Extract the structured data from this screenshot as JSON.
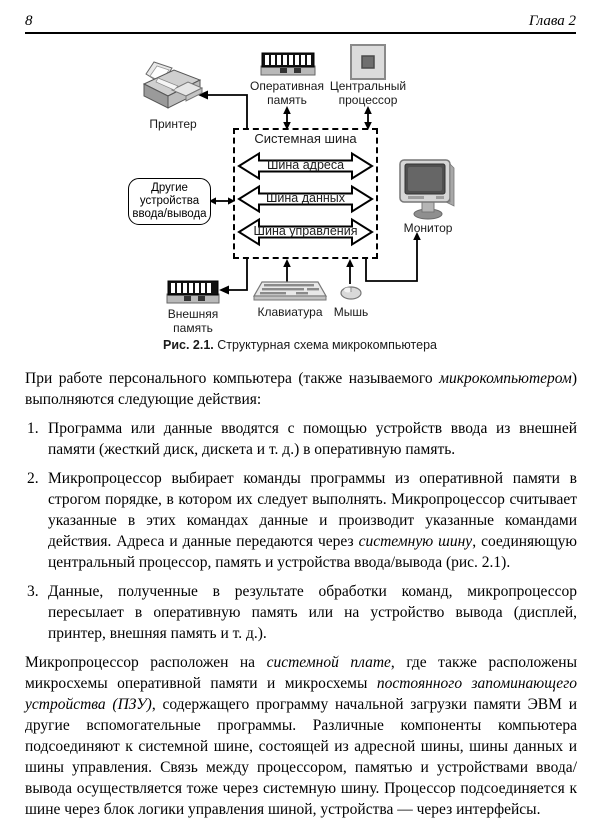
{
  "header": {
    "page_number": "8",
    "chapter": "Глава 2"
  },
  "colors": {
    "text": "#000000",
    "background": "#ffffff",
    "icon_light_gray": "#d8d8d8",
    "icon_mid_gray": "#aaaaaa",
    "icon_dark_gray": "#555555",
    "chip_black": "#1a1a1a"
  },
  "icons": [
    "printer-icon",
    "ram-chip-icon",
    "cpu-chip-icon",
    "monitor-icon",
    "external-memory-chip-icon",
    "keyboard-icon",
    "mouse-icon"
  ],
  "diagram": {
    "printer_label": "Принтер",
    "ram_label": "Оперативная память",
    "cpu_label": "Центральный процессор",
    "system_bus_label": "Системная шина",
    "bus_arrows": {
      "address": "Шина адреса",
      "data": "Шина данных",
      "control": "Шина управления"
    },
    "other_devices_label": "Другие устройства ввода/вывода",
    "monitor_label": "Монитор",
    "external_memory_label": "Внешняя память",
    "keyboard_label": "Клавиатура",
    "mouse_label": "Мышь"
  },
  "caption": {
    "bold": "Рис. 2.1.",
    "text": " Структурная схема микрокомпьютера"
  },
  "body": {
    "intro": [
      {
        "t": "При работе персонального компьютера (также называемого "
      },
      {
        "t": "микрокомпьютером",
        "i": true
      },
      {
        "t": ") выполняются следующие действия:"
      }
    ],
    "list": [
      {
        "number": "1.",
        "runs": [
          {
            "t": "Программа или данные вводятся с помощью устройств ввода из внешней памяти (жесткий диск, дискета и т. д.) в оперативную память."
          }
        ]
      },
      {
        "number": "2.",
        "runs": [
          {
            "t": "Микропроцессор выбирает команды программы из оперативной памяти в строгом порядке, в котором их следует выполнять. Микропроцессор считывает указанные в этих командах данные и производит указанные командами действия. Адреса и данные передаются через "
          },
          {
            "t": "системную шину",
            "i": true
          },
          {
            "t": ", соединяющую центральный процессор, память и устройства ввода/вывода (рис. 2.1)."
          }
        ]
      },
      {
        "number": "3.",
        "runs": [
          {
            "t": "Данные, полученные в результате обработки команд, микропроцессор пересылает в оперативную память или на устройство вывода (дисплей, принтер, внешняя память и т. д.)."
          }
        ]
      }
    ],
    "outro": [
      {
        "t": "Микропроцессор расположен на "
      },
      {
        "t": "системной плате",
        "i": true
      },
      {
        "t": ", где также расположены микросхемы оперативной памяти и микросхемы "
      },
      {
        "t": "постоянного запоминающего устройства (ПЗУ)",
        "i": true
      },
      {
        "t": ", содержащего программу начальной загрузки памяти ЭВМ и другие вспомогательные программы. Различные компоненты компьютера подсоединяют к системной шине, состоящей из адресной шины, шины данных и шины управления. Связь между процессором, памятью и устройствами ввода/вывода осуществляется тоже через системную шину. Процессор подсоединяется к шине через блок логики управления шиной, устройства — через интерфейсы."
      }
    ]
  }
}
